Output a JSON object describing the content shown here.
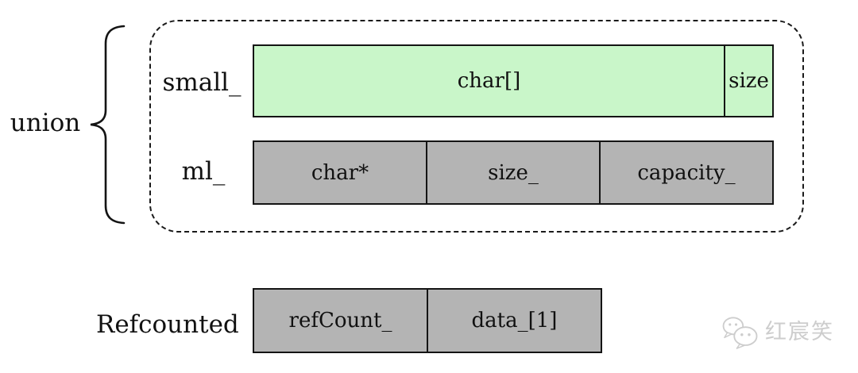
{
  "diagram": {
    "union": {
      "label": "union"
    },
    "small_row": {
      "label": "small_",
      "cells": [
        {
          "label": "char[]"
        },
        {
          "label": "size"
        }
      ],
      "fill": "#c9f6c9"
    },
    "ml_row": {
      "label": "ml_",
      "cells": [
        {
          "label": "char*"
        },
        {
          "label": "size_"
        },
        {
          "label": "capacity_"
        }
      ],
      "fill": "#b4b4b4"
    },
    "refcounted_row": {
      "label": "Refcounted",
      "cells": [
        {
          "label": "refCount_"
        },
        {
          "label": "data_[1]"
        }
      ],
      "fill": "#b4b4b4"
    },
    "colors": {
      "border": "#141414",
      "dashed_border": "#1a1a1a",
      "watermark": "#cdcdcd"
    },
    "watermark": {
      "icon": "wechat-chat-bubbles",
      "text": "红宸笑"
    }
  }
}
